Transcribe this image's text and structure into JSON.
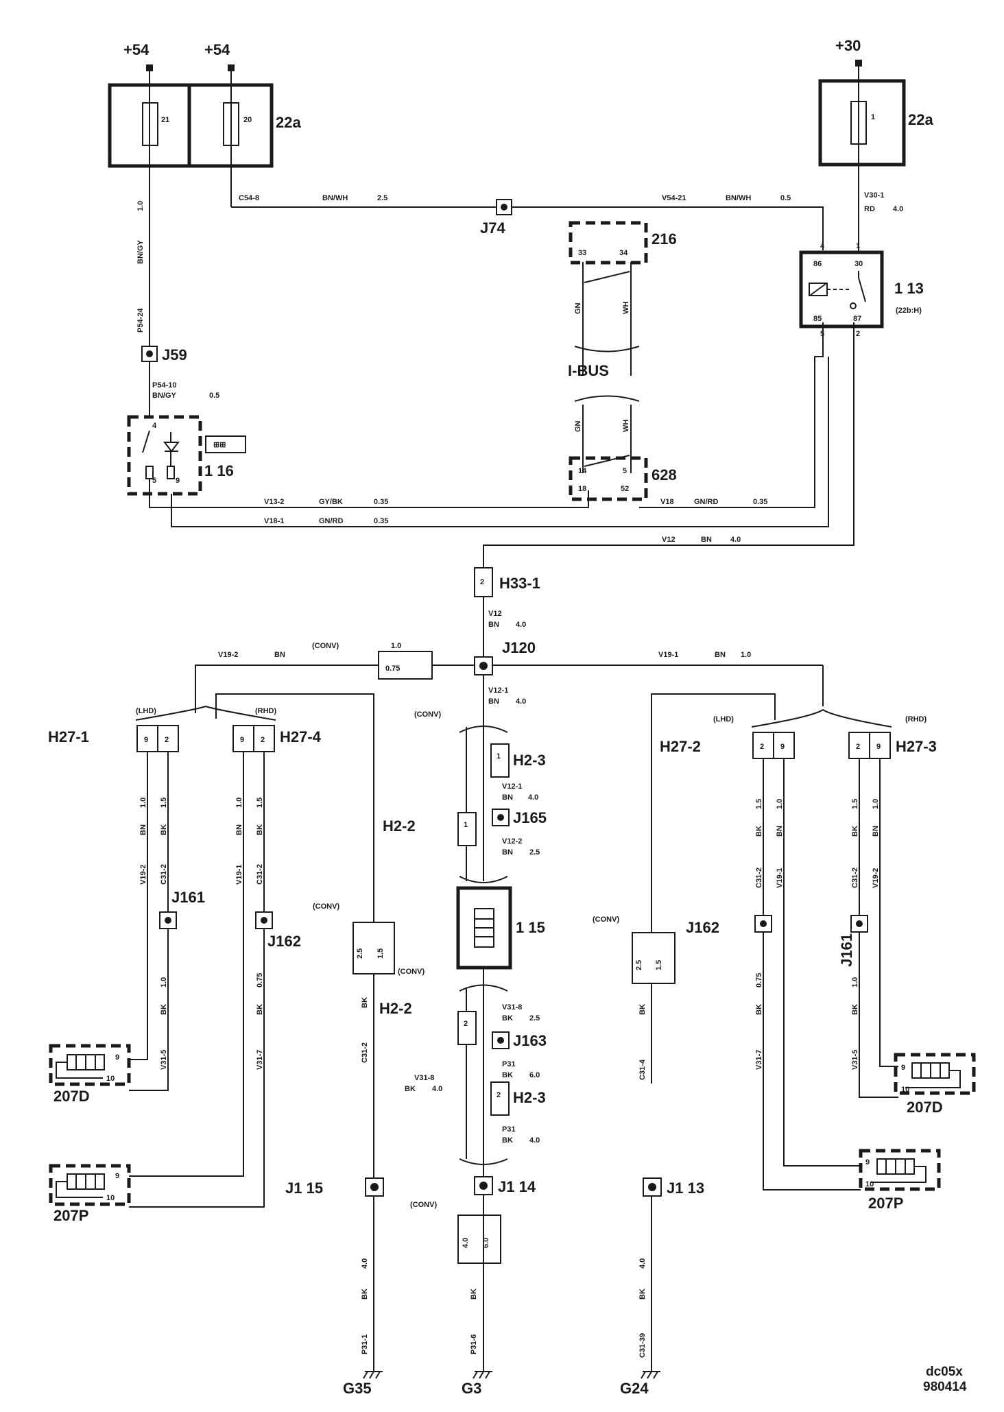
{
  "power": {
    "p54a": "+54",
    "p54b": "+54",
    "p30": "+30"
  },
  "fusebox": {
    "label_left": "22a",
    "label_right": "22a",
    "fuse21": "21",
    "fuse20": "20",
    "fuse1": "1"
  },
  "relay": {
    "label": "1 13",
    "sub": "(22b:H)",
    "pin86": "86",
    "pin30": "30",
    "pin85": "85",
    "pin87": "87",
    "p4": "4",
    "p1": "1",
    "p5": "5",
    "p2": "2"
  },
  "module216": {
    "label": "216",
    "pin33": "33",
    "pin34": "34"
  },
  "module628": {
    "label": "628",
    "pin14": "14",
    "pin5": "5",
    "pin18": "18",
    "pin52": "52"
  },
  "ibus": {
    "label": "I-BUS",
    "gn": "GN",
    "wh": "WH"
  },
  "switch116": {
    "label": "1 16",
    "p4": "4",
    "p5": "5",
    "p9": "9"
  },
  "joints": {
    "j74": "J74",
    "j59": "J59",
    "j120": "J120",
    "j165": "J165",
    "j161a": "J161",
    "j162a": "J162",
    "j162b": "J162",
    "j161b": "J161",
    "j163": "J163",
    "j115": "J1  15",
    "j114": "J1  14",
    "j113": "J1  13"
  },
  "connectors": {
    "h33": "H33-1",
    "h23a": "H2-3",
    "h23b": "H2-3",
    "h22a": "H2-2",
    "h22b": "H2-2",
    "h271": "H27-1",
    "h274": "H27-4",
    "h272": "H27-2",
    "h273": "H27-3",
    "lhd": "(LHD)",
    "rhd": "(RHD)",
    "conv": "(CONV)"
  },
  "heaters": {
    "h207d_l": "207D",
    "h207p": "207P",
    "h207d_r": "207D",
    "fuse115": "1 15"
  },
  "grounds": {
    "g35": "G35",
    "g3": "G3",
    "g24": "G24"
  },
  "wires": {
    "c54_8": "C54-8",
    "bnwh": "BN/WH",
    "v25": "2.5",
    "v54_21": "V54-21",
    "v05": "0.5",
    "v30_1": "V30-1",
    "rd": "RD",
    "v40": "4.0",
    "v10": "1.0",
    "bngy": "BN/GY",
    "p54_24": "P54-24",
    "p54_10": "P54-10",
    "v13_2": "V13-2",
    "gybk": "GY/BK",
    "v035": "0.35",
    "v18_1": "V18-1",
    "gnrd": "GN/RD",
    "v18": "V18",
    "v12": "V12",
    "bn": "BN",
    "v19_2": "V19-2",
    "v19_1": "V19-1",
    "v075": "0.75",
    "v12_1": "V12-1",
    "v12_2": "V12-2",
    "v31_8": "V31-8",
    "p31": "P31",
    "v60": "6.0",
    "bk": "BK",
    "v15": "1.5",
    "c31_2": "C31-2",
    "v31_5": "V31-5",
    "v31_7": "V31-7",
    "c31_4": "C31-4",
    "p31_1": "P31-1",
    "p31_6": "P31-6",
    "c31_39": "C31-39"
  },
  "footer": {
    "code": "dc05x",
    "date": "980414"
  }
}
